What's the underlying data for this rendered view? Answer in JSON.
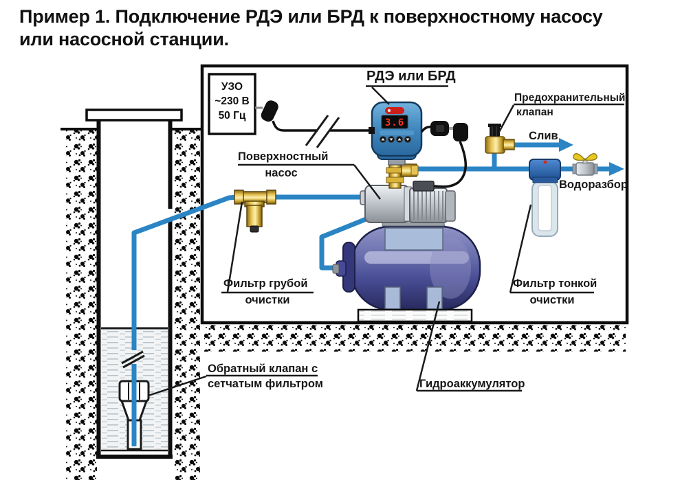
{
  "title": {
    "line1": "Пример 1. Подключение РДЭ или БРД к поверхностному насосу",
    "line2": "или насосной станции."
  },
  "uzo_box": {
    "line1": "УЗО",
    "line2": "~230 В",
    "line3": "50 Гц"
  },
  "labels": {
    "device": "РДЭ или БРД",
    "surface_pump_line1": "Поверхностный",
    "surface_pump_line2": "насос",
    "safety_valve_line1": "Предохранительный",
    "safety_valve_line2": "клапан",
    "drain": "Слив",
    "water_tap": "Водоразбор",
    "coarse_filter_line1": "Фильтр грубой",
    "coarse_filter_line2": "очистки",
    "fine_filter_line1": "Фильтр тонкой",
    "fine_filter_line2": "очистки",
    "check_valve_line1": "Обратный клапан с",
    "check_valve_line2": "сетчатым фильтром",
    "accumulator": "Гидроаккумулятор"
  },
  "device": {
    "display_value": "3.6"
  },
  "colors": {
    "pipe_blue": "#2b85c4",
    "device_blue": "#3f87bd",
    "tank_blue": "#5a5ea4",
    "brass": "#d9b23a",
    "display_red": "#ff3220",
    "text": "#161616"
  }
}
